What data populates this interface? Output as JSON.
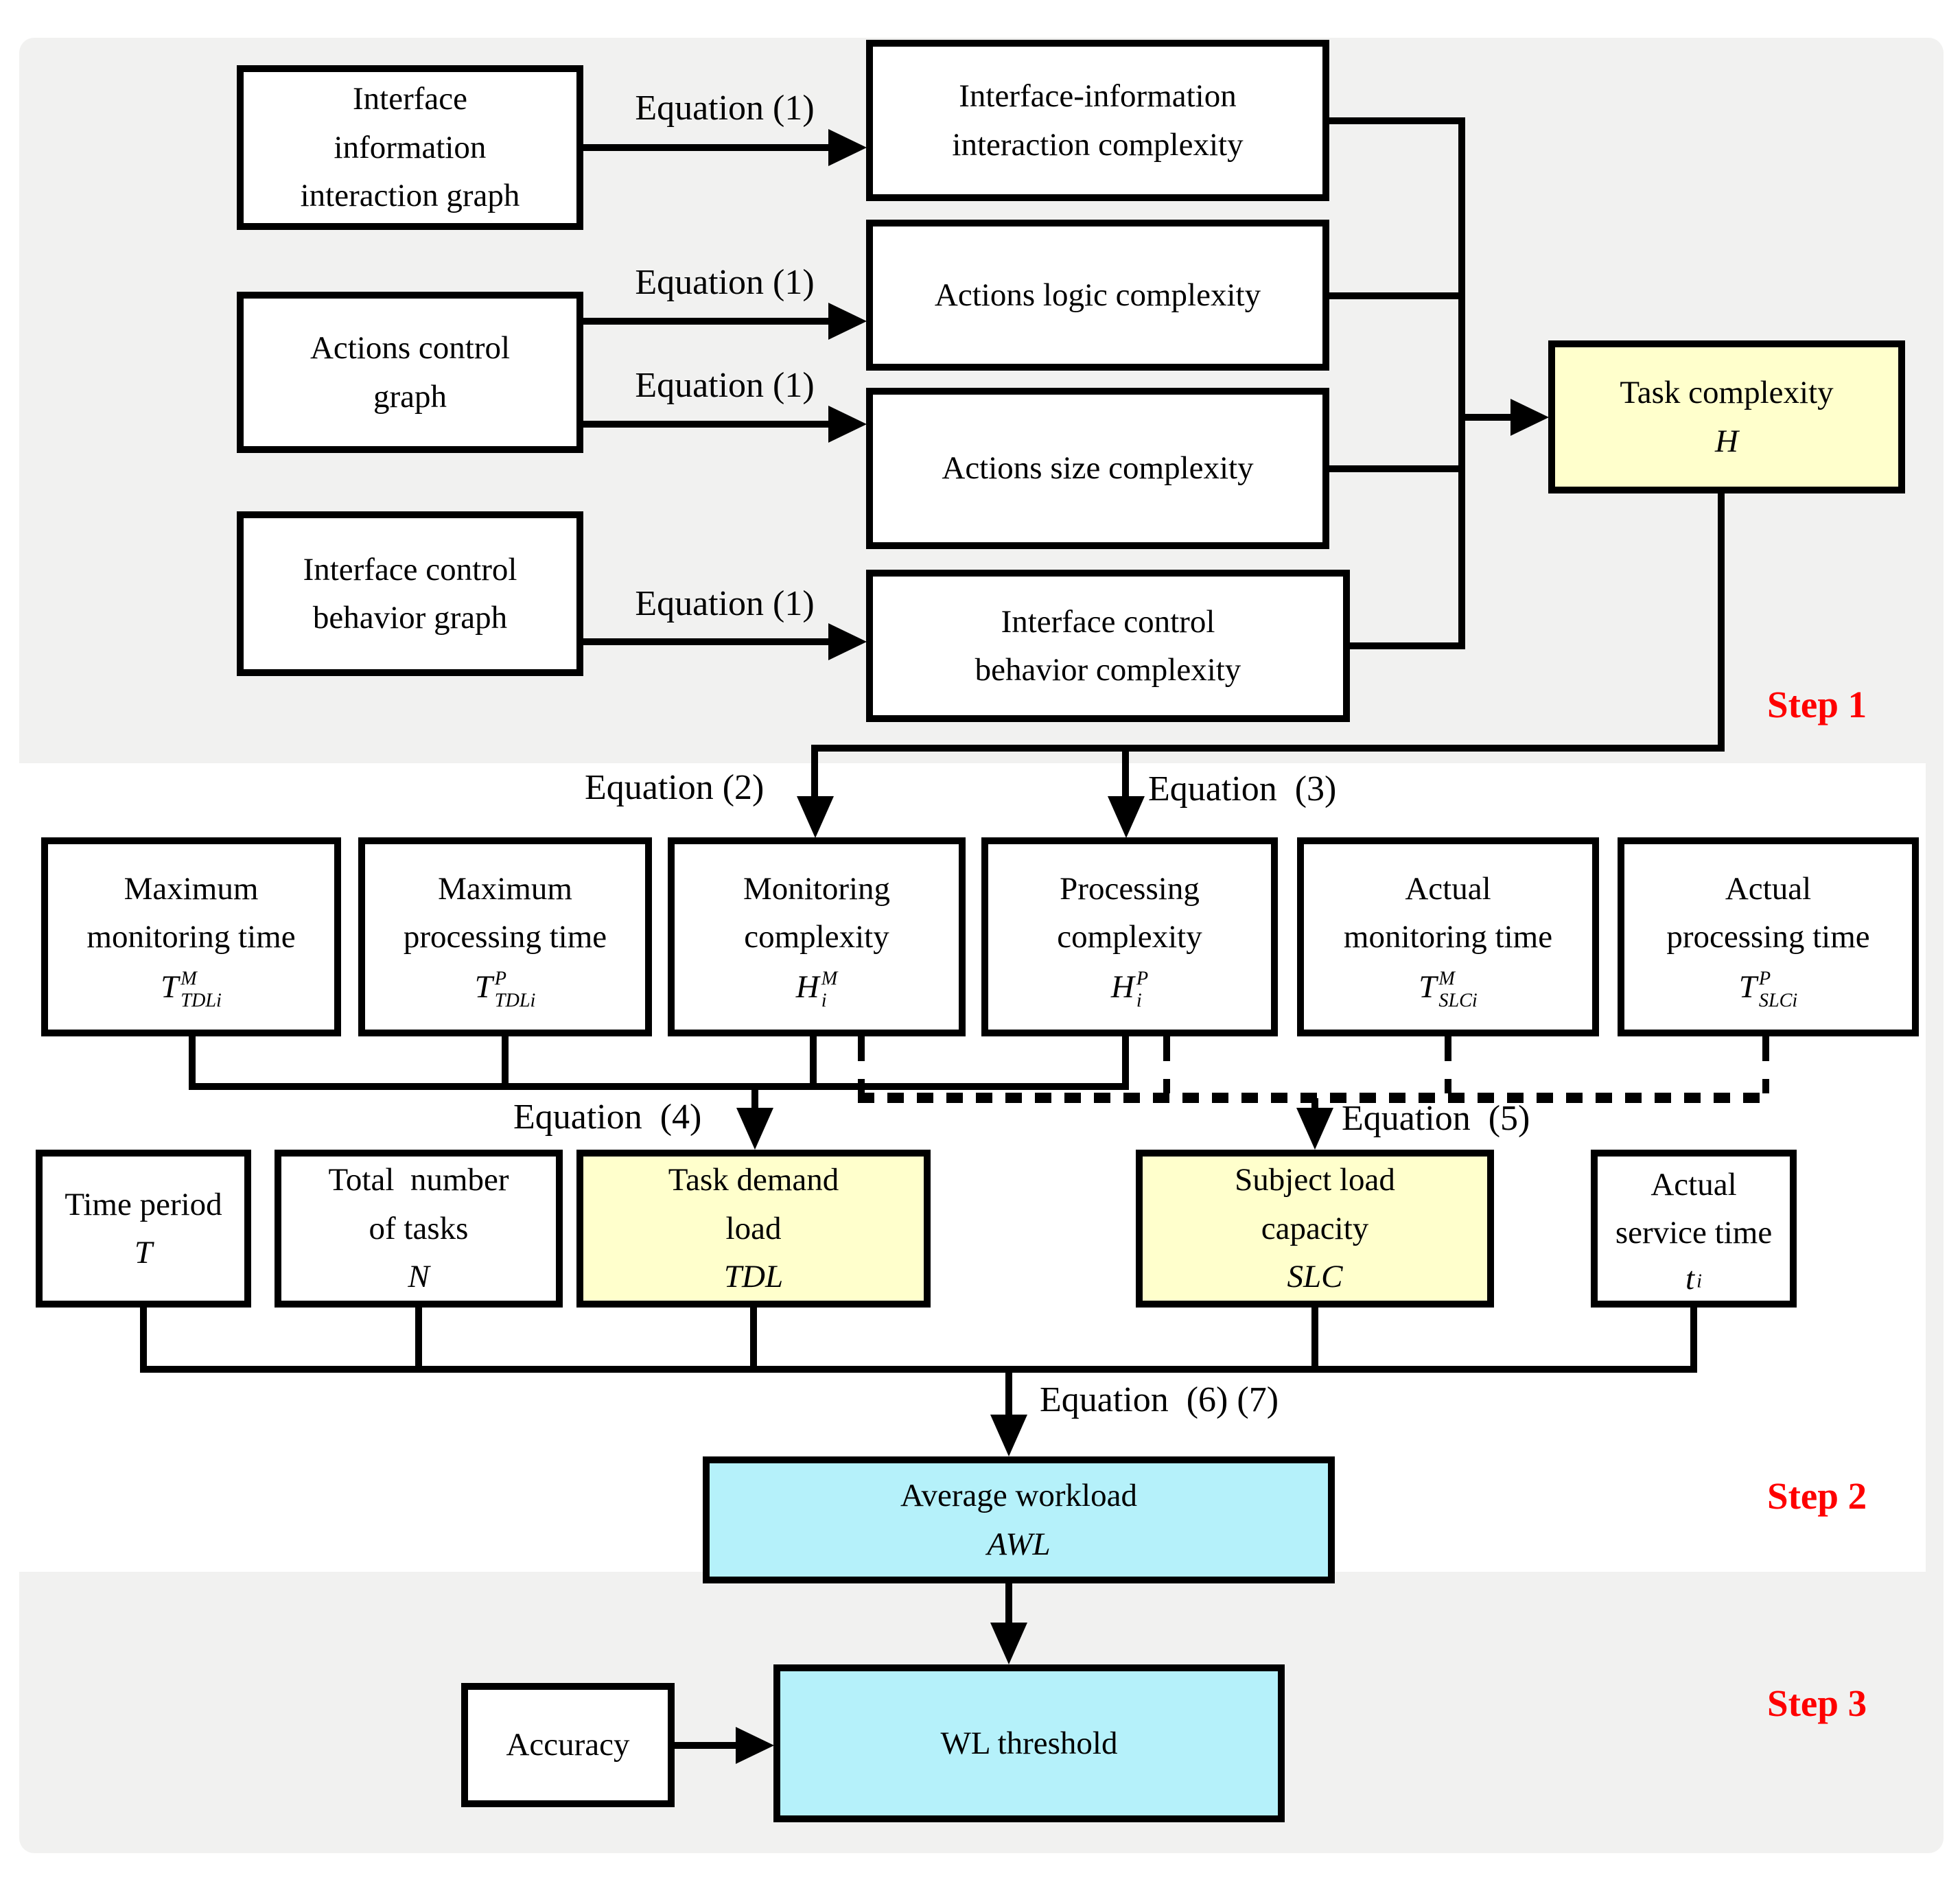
{
  "colors": {
    "band_gray": "#f1f1f0",
    "accent_yellow": "#ffffcc",
    "accent_cyan": "#b5f1fa",
    "step_red": "#fe0000",
    "line_black": "#000000"
  },
  "steps": {
    "step1": "Step 1",
    "step2": "Step 2",
    "step3": "Step 3"
  },
  "equations": {
    "eq1": "Equation (1)",
    "eq2": "Equation (2)",
    "eq3": "Equation  (3)",
    "eq4": "Equation  (4)",
    "eq5": "Equation  (5)",
    "eq67": "Equation  (6) (7)"
  },
  "step1": {
    "inputs": {
      "interface_information_interaction_graph": "Interface\ninformation\ninteraction graph",
      "actions_control_graph": "Actions control\ngraph",
      "interface_control_behavior_graph": "Interface control\nbehavior graph"
    },
    "complexities": {
      "interface_information_interaction_complexity": "Interface-information\ninteraction complexity",
      "actions_logic_complexity": "Actions logic complexity",
      "actions_size_complexity": "Actions size complexity",
      "interface_control_behavior_complexity": "Interface control\nbehavior complexity"
    },
    "task_complexity": {
      "title": "Task complexity",
      "symbol": "H"
    }
  },
  "step2": {
    "row1": {
      "maximum_monitoring_time": {
        "title": "Maximum\nmonitoring time",
        "base": "T",
        "sup": "M",
        "sub": "TDLi"
      },
      "maximum_processing_time": {
        "title": "Maximum\nprocessing time",
        "base": "T",
        "sup": "P",
        "sub": "TDLi"
      },
      "monitoring_complexity": {
        "title": "Monitoring\ncomplexity",
        "base": "H",
        "sup": "M",
        "sub": "i"
      },
      "processing_complexity": {
        "title": "Processing\ncomplexity",
        "base": "H",
        "sup": "P",
        "sub": "i"
      },
      "actual_monitoring_time": {
        "title": "Actual\nmonitoring time",
        "base": "T",
        "sup": "M",
        "sub": "SLCi"
      },
      "actual_processing_time": {
        "title": "Actual\nprocessing time",
        "base": "T",
        "sup": "P",
        "sub": "SLCi"
      }
    },
    "row2": {
      "time_period": {
        "title": "Time period",
        "symbol": "T"
      },
      "total_number_of_tasks": {
        "title": "Total  number\nof tasks",
        "symbol": "N"
      },
      "task_demand_load": {
        "title": "Task demand\nload",
        "symbol": "TDL"
      },
      "subject_load_capacity": {
        "title": "Subject load\ncapacity",
        "symbol": "SLC"
      },
      "actual_service_time": {
        "title": "Actual\nservice time",
        "base": "t",
        "sub": "i"
      }
    },
    "average_workload": {
      "title": "Average workload",
      "symbol": "AWL"
    }
  },
  "step3": {
    "accuracy": "Accuracy",
    "wl_threshold": "WL threshold"
  }
}
